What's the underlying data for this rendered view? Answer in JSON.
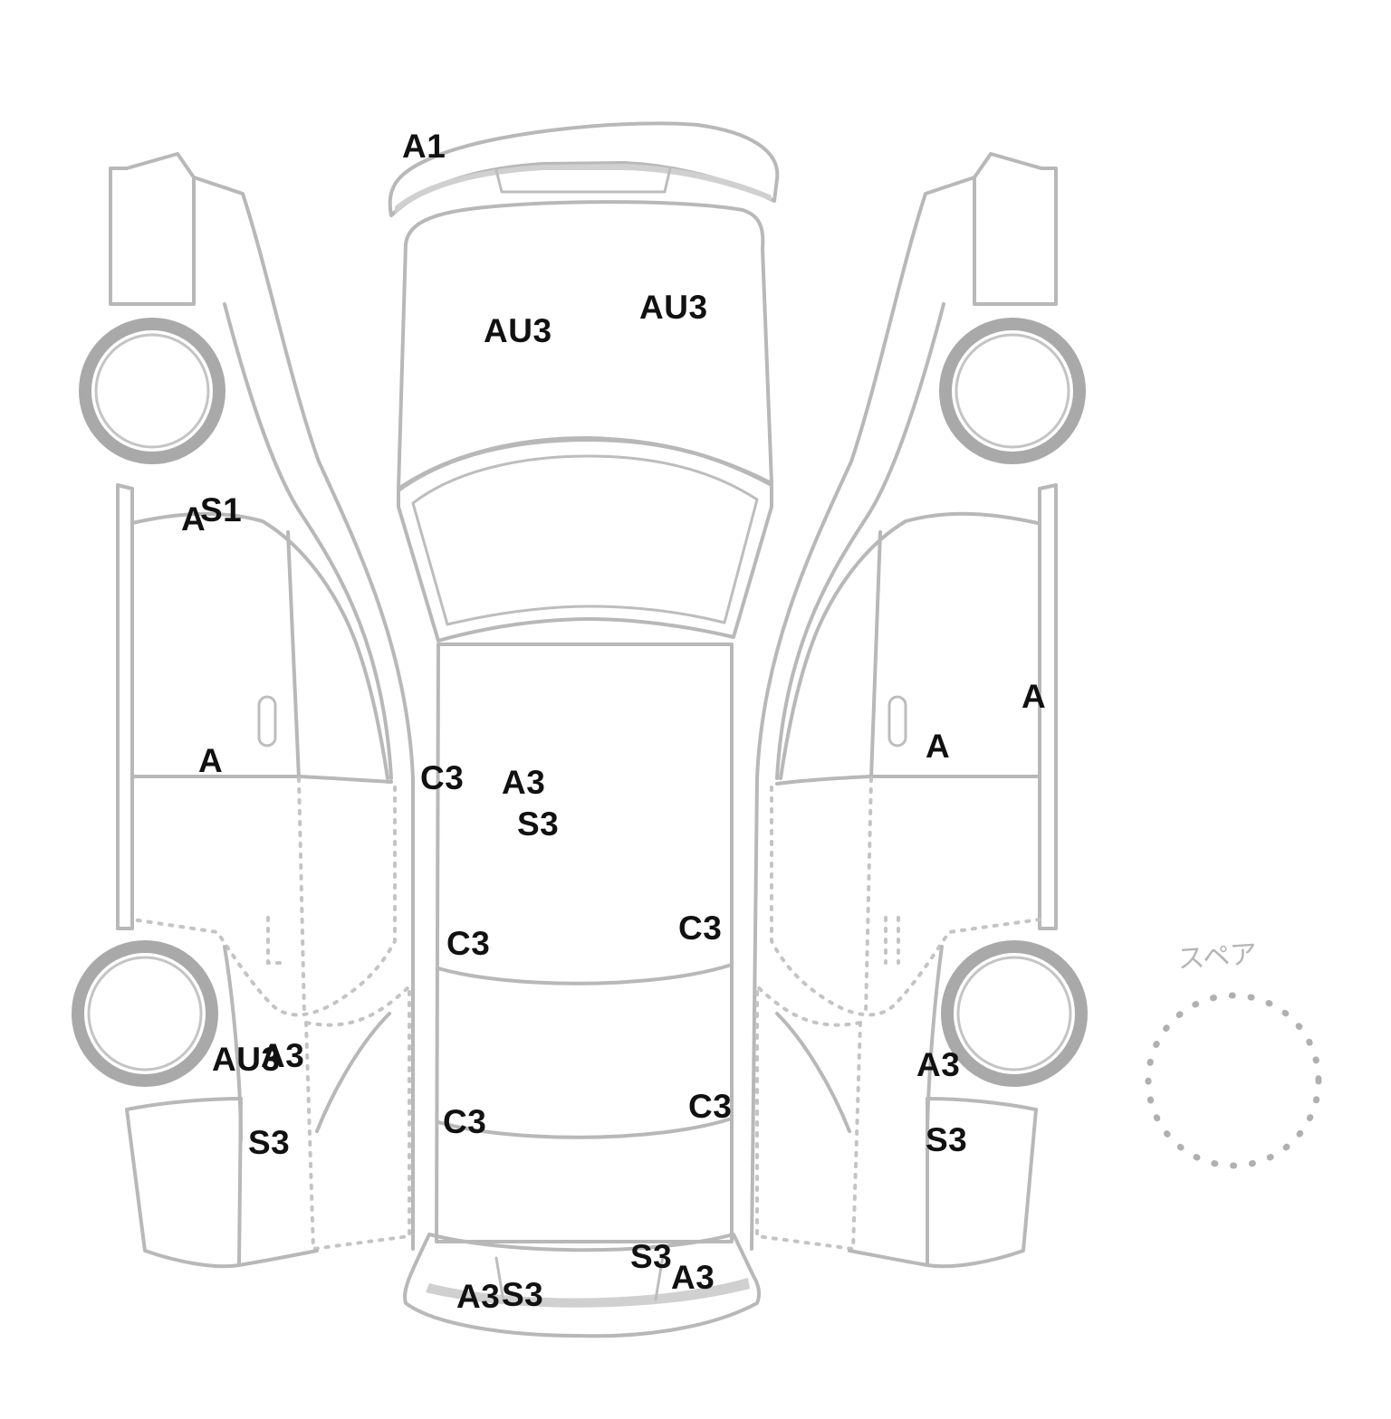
{
  "spare_label": "スペア",
  "damage_codes": [
    {
      "id": "front-bumper",
      "text": "A1"
    },
    {
      "id": "hood-left",
      "text": "AU3"
    },
    {
      "id": "hood-right",
      "text": "AU3"
    },
    {
      "id": "left-front-door-top-a",
      "text": "A"
    },
    {
      "id": "left-front-door-top-s",
      "text": "S1"
    },
    {
      "id": "left-front-door-mid",
      "text": "A"
    },
    {
      "id": "roof-pillar-left",
      "text": "C3"
    },
    {
      "id": "roof-a",
      "text": "A3"
    },
    {
      "id": "roof-s",
      "text": "S3"
    },
    {
      "id": "right-edge-a",
      "text": "A"
    },
    {
      "id": "right-front-door-mid",
      "text": "A"
    },
    {
      "id": "roof-rear-left",
      "text": "C3"
    },
    {
      "id": "roof-rear-right",
      "text": "C3"
    },
    {
      "id": "left-rear-fender-au",
      "text": "AU3"
    },
    {
      "id": "left-rear-fender-a",
      "text": "A3"
    },
    {
      "id": "right-rear-fender-a",
      "text": "A3"
    },
    {
      "id": "trunk-left",
      "text": "C3"
    },
    {
      "id": "trunk-right",
      "text": "C3"
    },
    {
      "id": "left-rear-quarter-s",
      "text": "S3"
    },
    {
      "id": "right-rear-quarter-s",
      "text": "S3"
    },
    {
      "id": "rear-bumper-right-s",
      "text": "S3"
    },
    {
      "id": "rear-bumper-right-a",
      "text": "A3"
    },
    {
      "id": "rear-bumper-left-a",
      "text": "A3"
    },
    {
      "id": "rear-bumper-left-s",
      "text": "S3"
    }
  ]
}
